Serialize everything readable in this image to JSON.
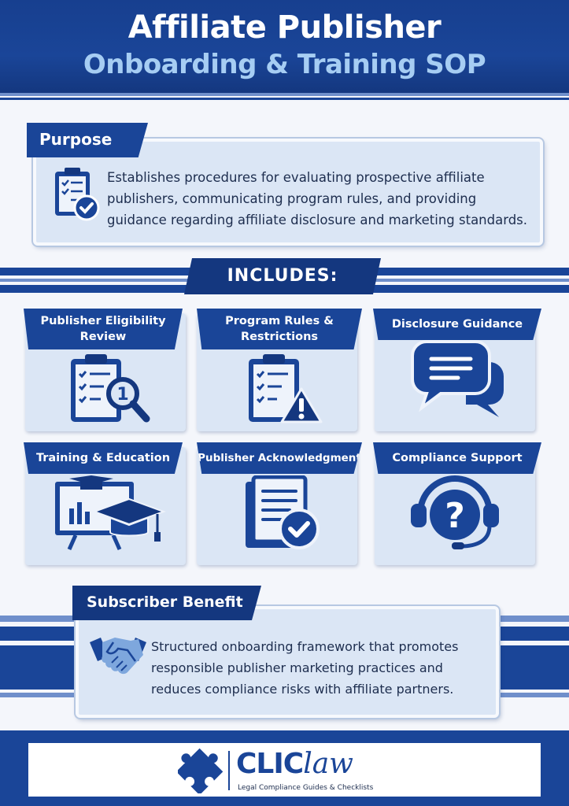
{
  "header": {
    "title_line1": "Affiliate Publisher",
    "title_line2": "Onboarding & Training SOP"
  },
  "purpose": {
    "label": "Purpose",
    "text": "Establishes procedures for evaluating prospective affiliate publishers, communicating program rules, and providing guidance regarding affiliate disclosure and marketing standards.",
    "icon": "clipboard-check-icon"
  },
  "includes": {
    "label": "INCLUDES:",
    "items": [
      {
        "label": "Publisher Eligibility Review",
        "icon": "clipboard-search-icon"
      },
      {
        "label": "Program Rules & Restrictions",
        "icon": "clipboard-warning-icon"
      },
      {
        "label": "Disclosure Guidance",
        "icon": "speech-bubbles-icon"
      },
      {
        "label": "Training & Education",
        "icon": "graduation-cap-icon"
      },
      {
        "label": "Publisher Acknowledgment",
        "icon": "document-check-icon"
      },
      {
        "label": "Compliance Support",
        "icon": "headset-question-icon"
      }
    ]
  },
  "subscriber_benefit": {
    "label": "Subscriber Benefit",
    "text": "Structured onboarding framework that promotes responsible publisher marketing practices and reduces compliance risks with affiliate partners.",
    "icon": "handshake-icon"
  },
  "footer": {
    "logo_clic": "CLIC",
    "logo_law": "law",
    "tagline": "Legal Compliance Guides & Checklists"
  },
  "colors": {
    "primary": "#1a4598",
    "dark": "#14377f",
    "accent_light": "#a6cdf3",
    "panel": "#dbe6f5"
  }
}
